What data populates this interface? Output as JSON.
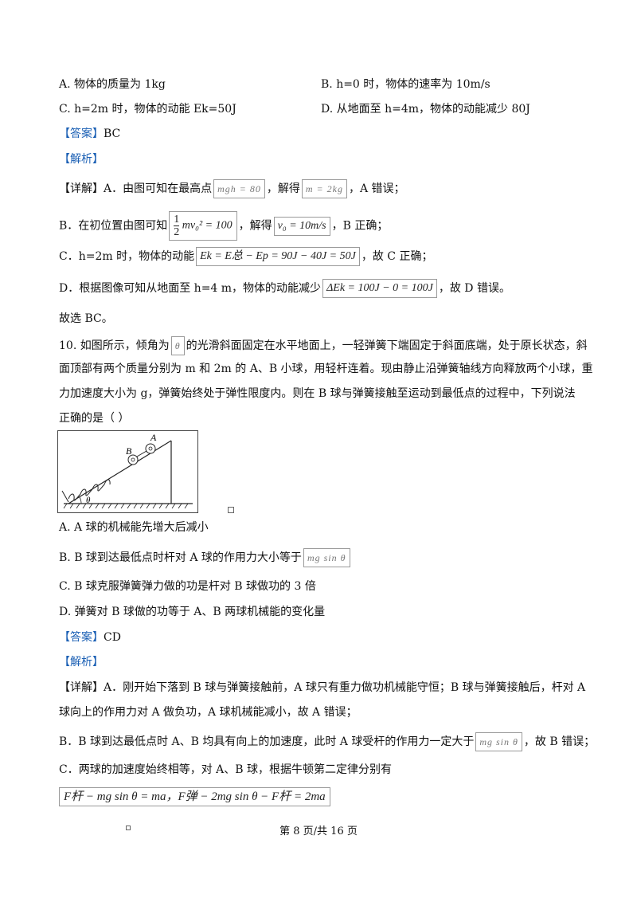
{
  "q9": {
    "optA": "A. 物体的质量为  1kg",
    "optB": "B. h=0 时，物体的速率为  10m/s",
    "optC": "C. h=2m 时，物体的动能  Ek=50J",
    "optD": "D. 从地面至  h=4m，物体的动能减少  80J",
    "answer_label": "【答案】",
    "answer": "BC",
    "analysis_label": "【解析】",
    "d1a": "【详解】A．由图可知在最高点",
    "d1box": "mgh = 80",
    "d1b": "，解得",
    "d1box2": "m = 2kg",
    "d1c": "，A 错误；",
    "d2a": "B．在初位置由图可知",
    "d2frac_num": "1",
    "d2frac_den": "2",
    "d2expr": "mv₀² = 100",
    "d2b": "，解得",
    "d2box2": "v₀ = 10m/s",
    "d2c": "，B 正确；",
    "d3a": "C．h=2m 时，物体的动能",
    "d3box": "Ek = E总 − Ep = 90J − 40J = 50J",
    "d3b": "，故 C 正确；",
    "d4a": "D．根据图像可知从地面至  h=4 m，物体的动能减少",
    "d4box": "ΔEk = 100J − 0 = 100J",
    "d4b": "，故 D 错误。",
    "conclusion": "故选 BC。"
  },
  "q10": {
    "s1a": "10. 如图所示，倾角为",
    "s1box": "θ",
    "s1b": "的光滑斜面固定在水平地面上，一轻弹簧下端固定于斜面底端，处于原长状态，斜",
    "s2": "面顶部有两个质量分别为  m 和  2m 的  A、B 小球，用轻杆连着。现由静止沿弹簧轴线方向释放两个小球，重",
    "s3": "力加速度大小为  g，弹簧始终处于弹性限度内。则在 B 球与弹簧接触至运动到最低点的过程中，下列说法",
    "s4": "正确的是（        ）",
    "fig_label_A": "A",
    "fig_label_B": "B",
    "fig_label_theta": "θ",
    "optA": "A. A 球的机械能先增大后减小",
    "optB": "B. B 球到达最低点时杆对  A 球的作用力大小等于",
    "optB_box": "mg sin θ",
    "optC": "C. B  球克服弹簧弹力做的功是杆对  B 球做功的  3 倍",
    "optD": "D. 弹簧对 B 球做的功等于  A、B 两球机械能的变化量",
    "answer_label": "【答案】",
    "answer": "CD",
    "analysis_label": "【解析】",
    "e1": "【详解】A．刚开始下落到 B 球与弹簧接触前，A 球只有重力做功机械能守恒；B 球与弹簧接触后，杆对  A",
    "e2": "球向上的作用力对  A 做负功，A 球机械能减小，故 A 错误；",
    "e3a": "B．B 球到达最低点时  A、B 均具有向上的加速度，此时  A 球受杆的作用力一定大于",
    "e3box": "mg sin θ",
    "e3b": "，故 B 错误；",
    "e4": "C．两球的加速度始终相等，对  A、B 球，根据牛顿第二定律分别有",
    "e5box": "F杆 − mg sin θ = ma，F弹 − 2mg sin θ − F杆 = 2ma"
  },
  "footer": {
    "page": "第  8 页/共  16 页"
  }
}
